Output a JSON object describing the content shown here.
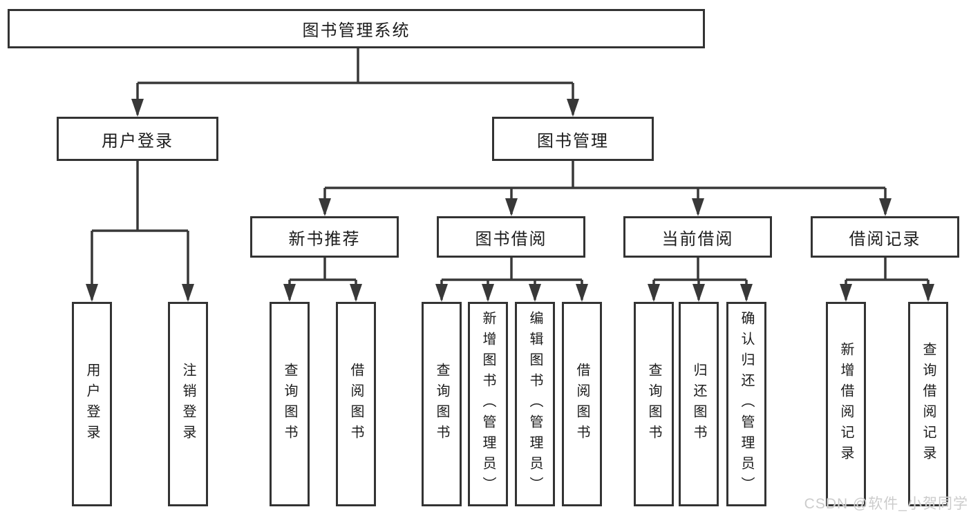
{
  "diagram": {
    "root": {
      "label": "图书管理系统"
    },
    "branches": [
      {
        "label": "用户登录",
        "children": [
          {
            "label": "用户登录"
          },
          {
            "label": "注销登录"
          }
        ]
      },
      {
        "label": "图书管理",
        "children": [
          {
            "label": "新书推荐",
            "children": [
              {
                "label": "查询图书"
              },
              {
                "label": "借阅图书"
              }
            ]
          },
          {
            "label": "图书借阅",
            "children": [
              {
                "label": "查询图书"
              },
              {
                "label": "新增图书（管理员）"
              },
              {
                "label": "编辑图书（管理员）"
              },
              {
                "label": "借阅图书"
              }
            ]
          },
          {
            "label": "当前借阅",
            "children": [
              {
                "label": "查询图书"
              },
              {
                "label": "归还图书"
              },
              {
                "label": "确认归还（管理员）"
              }
            ]
          },
          {
            "label": "借阅记录",
            "children": [
              {
                "label": "新增借阅记录"
              },
              {
                "label": "查询借阅记录"
              }
            ]
          }
        ]
      }
    ]
  },
  "watermark": {
    "text": "CSDN @软件_小贺同学"
  },
  "colors": {
    "line": "#383838",
    "border": "#333333",
    "text": "#1c1c1c",
    "watermark": "#cccccc"
  }
}
